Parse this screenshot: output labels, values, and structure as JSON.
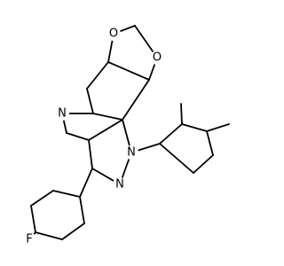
{
  "structure": {
    "atoms": [
      {
        "id": "o1",
        "label": "O",
        "color": "#000000"
      },
      {
        "id": "o2",
        "label": "O",
        "color": "#000000"
      },
      {
        "id": "n_quin",
        "label": "N",
        "color": "#000000"
      },
      {
        "id": "n1",
        "label": "N",
        "color": "#000000"
      },
      {
        "id": "n2",
        "label": "N",
        "color": "#000000"
      },
      {
        "id": "f",
        "label": "F",
        "color": "#000000"
      }
    ]
  }
}
